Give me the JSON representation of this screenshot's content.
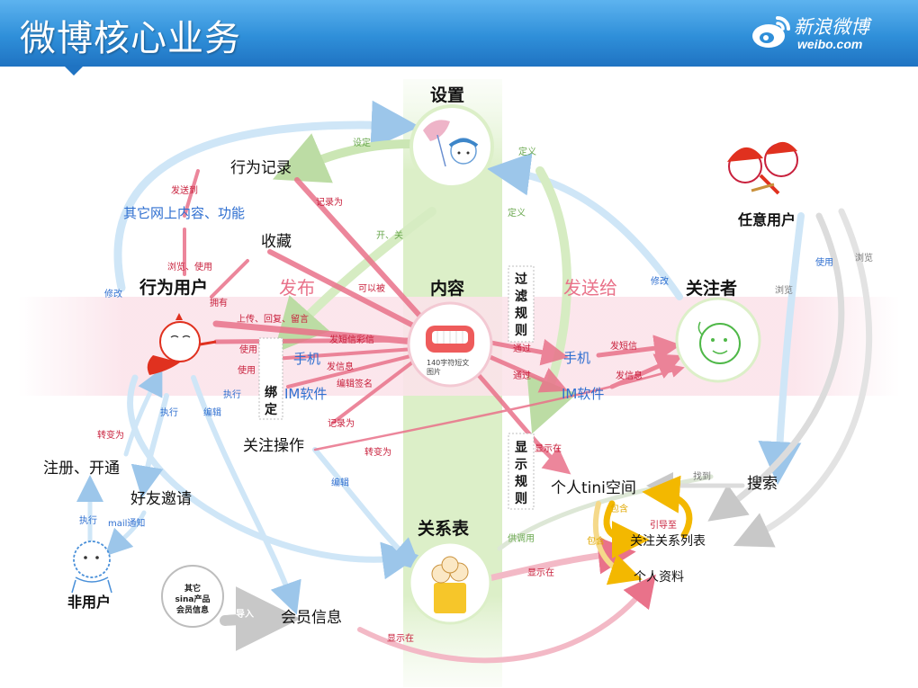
{
  "header": {
    "title": "微博核心业务",
    "logo_text": "新浪微博",
    "logo_url": "weibo.com"
  },
  "nodes": {
    "settings": "设置",
    "content": "内容",
    "relation_table": "关系表",
    "any_user": "任意用户",
    "actor": "行为用户",
    "follower": "关注者",
    "non_user": "非用户",
    "behavior_log": "行为记录",
    "other_web": "其它网上内容、功能",
    "favorite": "收藏",
    "follow_op": "关注操作",
    "register": "注册、开通",
    "invite": "好友邀请",
    "member_info": "会员信息",
    "sina_products": [
      "其它",
      "sina产品",
      "会员信息"
    ],
    "search": "搜索",
    "tini_space": "个人tini空间",
    "follow_list": "关注关系列表",
    "profile": "个人资料",
    "phone_left": "手机",
    "im_left": "IM软件",
    "phone_right": "手机",
    "im_right": "IM软件",
    "bind": [
      "绑",
      "定"
    ],
    "filter_rules": [
      "过",
      "滤",
      "规",
      "则"
    ],
    "display_rules": [
      "显",
      "示",
      "规",
      "则"
    ],
    "content_caption": [
      "140字符短文",
      "图片"
    ],
    "publish": "发布",
    "send_to": "发送给"
  },
  "edge_labels": {
    "set": "设定",
    "define_1": "定义",
    "define_2": "定义",
    "record_as_1": "记录为",
    "on_off": "开、关",
    "send_to_small": "发送到",
    "browse_use": "浏览、使用",
    "modify_left": "修改",
    "modify_right": "修改",
    "own": "拥有",
    "can_be": "可以被",
    "upload": "上传、回复、留言",
    "send_mms": "发短信彩信",
    "use_1": "使用",
    "use_2": "使用",
    "send_info": "发信息",
    "edit_sign": "编辑签名",
    "via_1": "通过",
    "via_2": "通过",
    "send_sms": "发短信",
    "send_info_2": "发信息",
    "use_right": "使用",
    "browse_1": "浏览",
    "browse_2": "浏览",
    "execute_1": "执行",
    "execute_2": "执行",
    "execute_3": "执行",
    "edit_1": "编辑",
    "edit_2": "编辑",
    "convert_1": "转变为",
    "convert_2": "转变为",
    "record_as_2": "记录为",
    "display_in_1": "显示在",
    "display_in_2": "显示在",
    "display_in_3": "显示在",
    "found": "找到",
    "include_1": "包含",
    "include_2": "包含",
    "guide": "引导至",
    "provide": "供调用",
    "import": "导入",
    "mail_notify": "mail通知"
  },
  "colors": {
    "header_blue": "#2f8fd9",
    "green_band": "#dcefc8",
    "pink_band": "#fbe3ea",
    "label_red": "#c8203c",
    "label_green": "#6aa84f",
    "label_blue": "#2f6fd0",
    "flow_pink": "#e9728a",
    "flow_blue": "#a9d0ef",
    "flow_gray": "#c9c9c9"
  }
}
